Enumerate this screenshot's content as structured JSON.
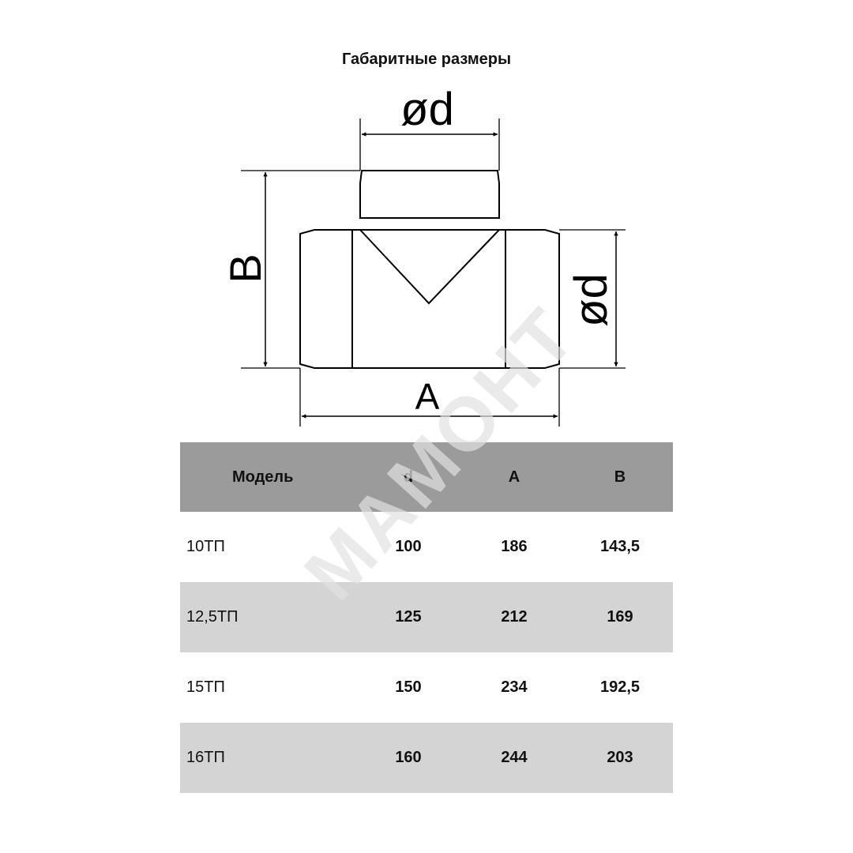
{
  "title": "Габаритные размеры",
  "diagram": {
    "label_top_diameter": "ød",
    "label_side_diameter": "ød",
    "label_height": "B",
    "label_width": "A"
  },
  "table": {
    "headers": [
      "Модель",
      "d",
      "A",
      "B"
    ],
    "rows": [
      [
        "10ТП",
        "100",
        "186",
        "143,5"
      ],
      [
        "12,5ТП",
        "125",
        "212",
        "169"
      ],
      [
        "15ТП",
        "150",
        "234",
        "192,5"
      ],
      [
        "16ТП",
        "160",
        "244",
        "203"
      ]
    ]
  },
  "watermark": "МАМОНТ"
}
